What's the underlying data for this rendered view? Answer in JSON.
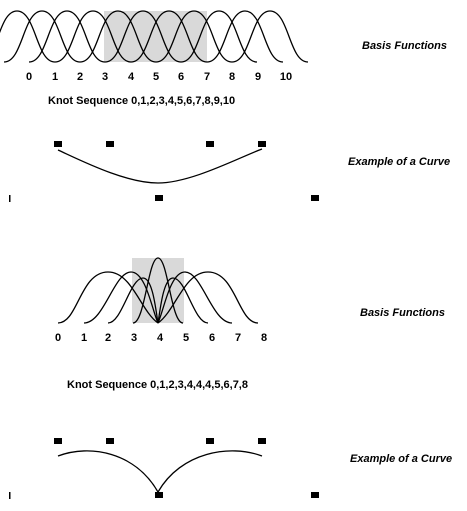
{
  "panels": [
    {
      "basis_label": "Basis Functions",
      "knot_caption": "Knot Sequence 0,1,2,3,4,5,6,7,8,9,10",
      "tick_labels": [
        "0",
        "1",
        "2",
        "3",
        "4",
        "5",
        "6",
        "7",
        "8",
        "9",
        "10"
      ],
      "curve_label": "Example of a Curve",
      "highlight_span": [
        3,
        7
      ]
    },
    {
      "basis_label": "Basis Functions",
      "knot_caption": "Knot Sequence 0,1,2,3,4,4,4,5,6,7,8",
      "tick_labels": [
        "0",
        "1",
        "2",
        "3",
        "4",
        "5",
        "6",
        "7",
        "8"
      ],
      "curve_label": "Example of a Curve",
      "highlight_span": [
        3,
        5
      ]
    }
  ],
  "colors": {
    "ink": "#000000",
    "highlight": "#d9d9d9"
  }
}
